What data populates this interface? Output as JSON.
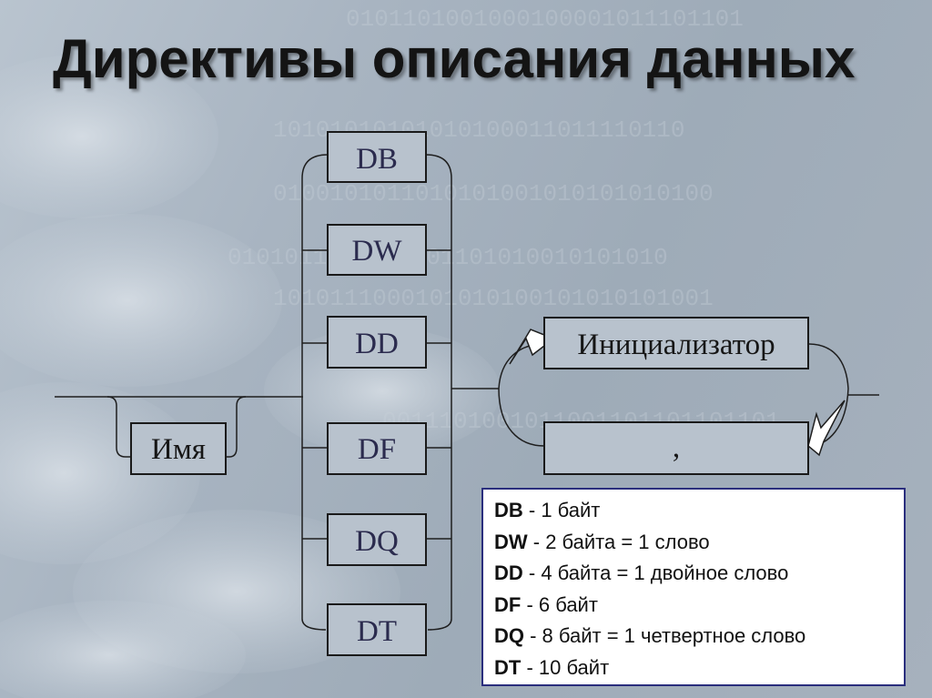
{
  "title": "Директивы описания данных",
  "diagram": {
    "name_box": "Имя",
    "directives": [
      "DB",
      "DW",
      "DD",
      "DF",
      "DQ",
      "DT"
    ],
    "initializer_box": "Инициализатор",
    "separator_box": ","
  },
  "legend": [
    {
      "code": "DB",
      "desc": " - 1 байт"
    },
    {
      "code": "DW",
      "desc": " - 2 байта = 1 слово"
    },
    {
      "code": "DD",
      "desc": " - 4 байта = 1 двойное слово"
    },
    {
      "code": "DF",
      "desc": " - 6 байт"
    },
    {
      "code": "DQ",
      "desc": " - 8 байт = 1 четвертное слово"
    },
    {
      "code": "DT",
      "desc": " - 10 байт"
    }
  ],
  "colors": {
    "box_fill": "#b8c2cd",
    "directive_text": "#2b2b4e",
    "legend_border": "#2a2e7d"
  }
}
